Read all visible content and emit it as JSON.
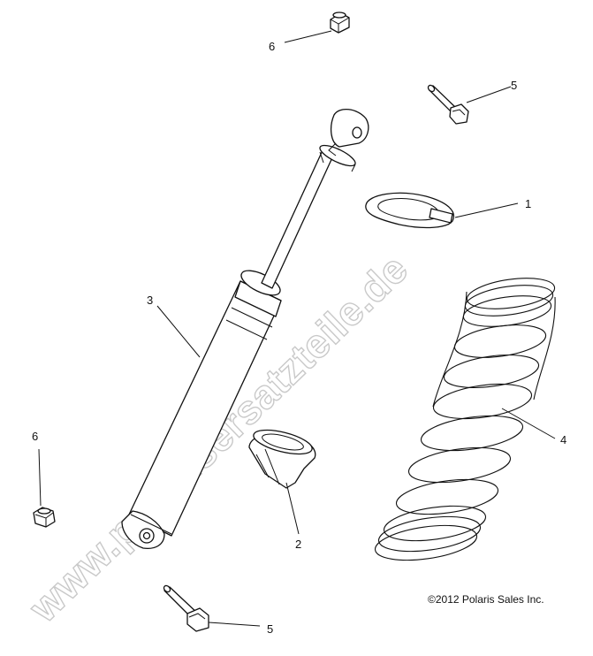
{
  "callouts": {
    "nut_top": "6",
    "bolt_top": "5",
    "retainer": "1",
    "shock": "3",
    "spring": "4",
    "nut_left": "6",
    "spring_seat": "2",
    "bolt_bottom": "5"
  },
  "watermark": "www.polarisersatzteile.de",
  "copyright": "©2012 Polaris Sales Inc."
}
